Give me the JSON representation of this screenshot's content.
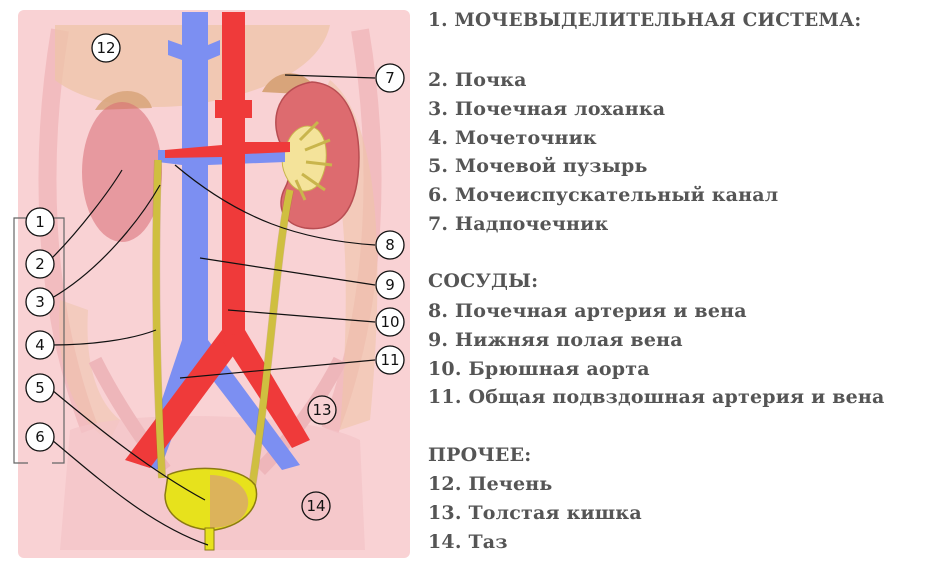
{
  "legend": {
    "title": "1. МОЧЕВЫДЕЛИТЕЛЬНАЯ СИСТЕМА:",
    "system_items": [
      "2. Почка",
      "3. Почечная лоханка",
      "4. Мочеточник",
      "5. Мочевой пузырь",
      "6. Мочеиспускательный канал",
      "7. Надпочечник"
    ],
    "vessels_heading": "СОСУДЫ:",
    "vessel_items": [
      "8. Почечная артерия и вена",
      "9. Нижняя полая вена",
      "10. Брюшная аорта",
      "11. Общая подвздошная артерия и вена"
    ],
    "other_heading": "ПРОЧЕЕ:",
    "other_items": [
      "12. Печень",
      "13. Толстая кишка",
      "14. Таз"
    ]
  },
  "callouts": {
    "n1": "1",
    "n2": "2",
    "n3": "3",
    "n4": "4",
    "n5": "5",
    "n6": "6",
    "n7": "7",
    "n8": "8",
    "n9": "9",
    "n10": "10",
    "n11": "11",
    "n12": "12",
    "n13": "13",
    "n14": "14"
  },
  "colors": {
    "body_background": "#f9d2d4",
    "artery": "#ef3a3a",
    "vein": "#7c8ff2",
    "kidney": "#dd6b6f",
    "renal_pelvis": "#f4e39a",
    "ureter": "#f3e35a",
    "bladder": "#e7e21c",
    "legend_text": "#555555"
  }
}
